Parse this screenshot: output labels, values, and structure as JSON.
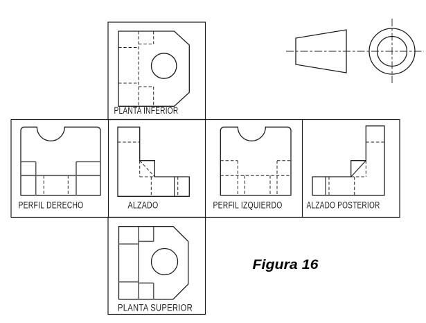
{
  "figure": {
    "caption": "Figura 16"
  },
  "drawing": {
    "views": [
      {
        "id": "planta_inferior",
        "label": "PLANTA INFERIOR"
      },
      {
        "id": "perfil_derecho",
        "label": "PERFIL DERECHO"
      },
      {
        "id": "alzado",
        "label": "ALZADO"
      },
      {
        "id": "perfil_izquierdo",
        "label": "PERFIL IZQUIERDO"
      },
      {
        "id": "alzado_posterior",
        "label": "ALZADO POSTERIOR"
      },
      {
        "id": "planta_superior",
        "label": "PLANTA SUPERIOR"
      }
    ],
    "auxiliary_views": [
      {
        "id": "cone_side",
        "name": "truncated-cone-side-view"
      },
      {
        "id": "cone_front",
        "name": "concentric-circles-front-view"
      }
    ],
    "colors": {
      "line": "#1c1c1c",
      "internal_line": "#5a5a5a",
      "background": "#ffffff"
    }
  }
}
